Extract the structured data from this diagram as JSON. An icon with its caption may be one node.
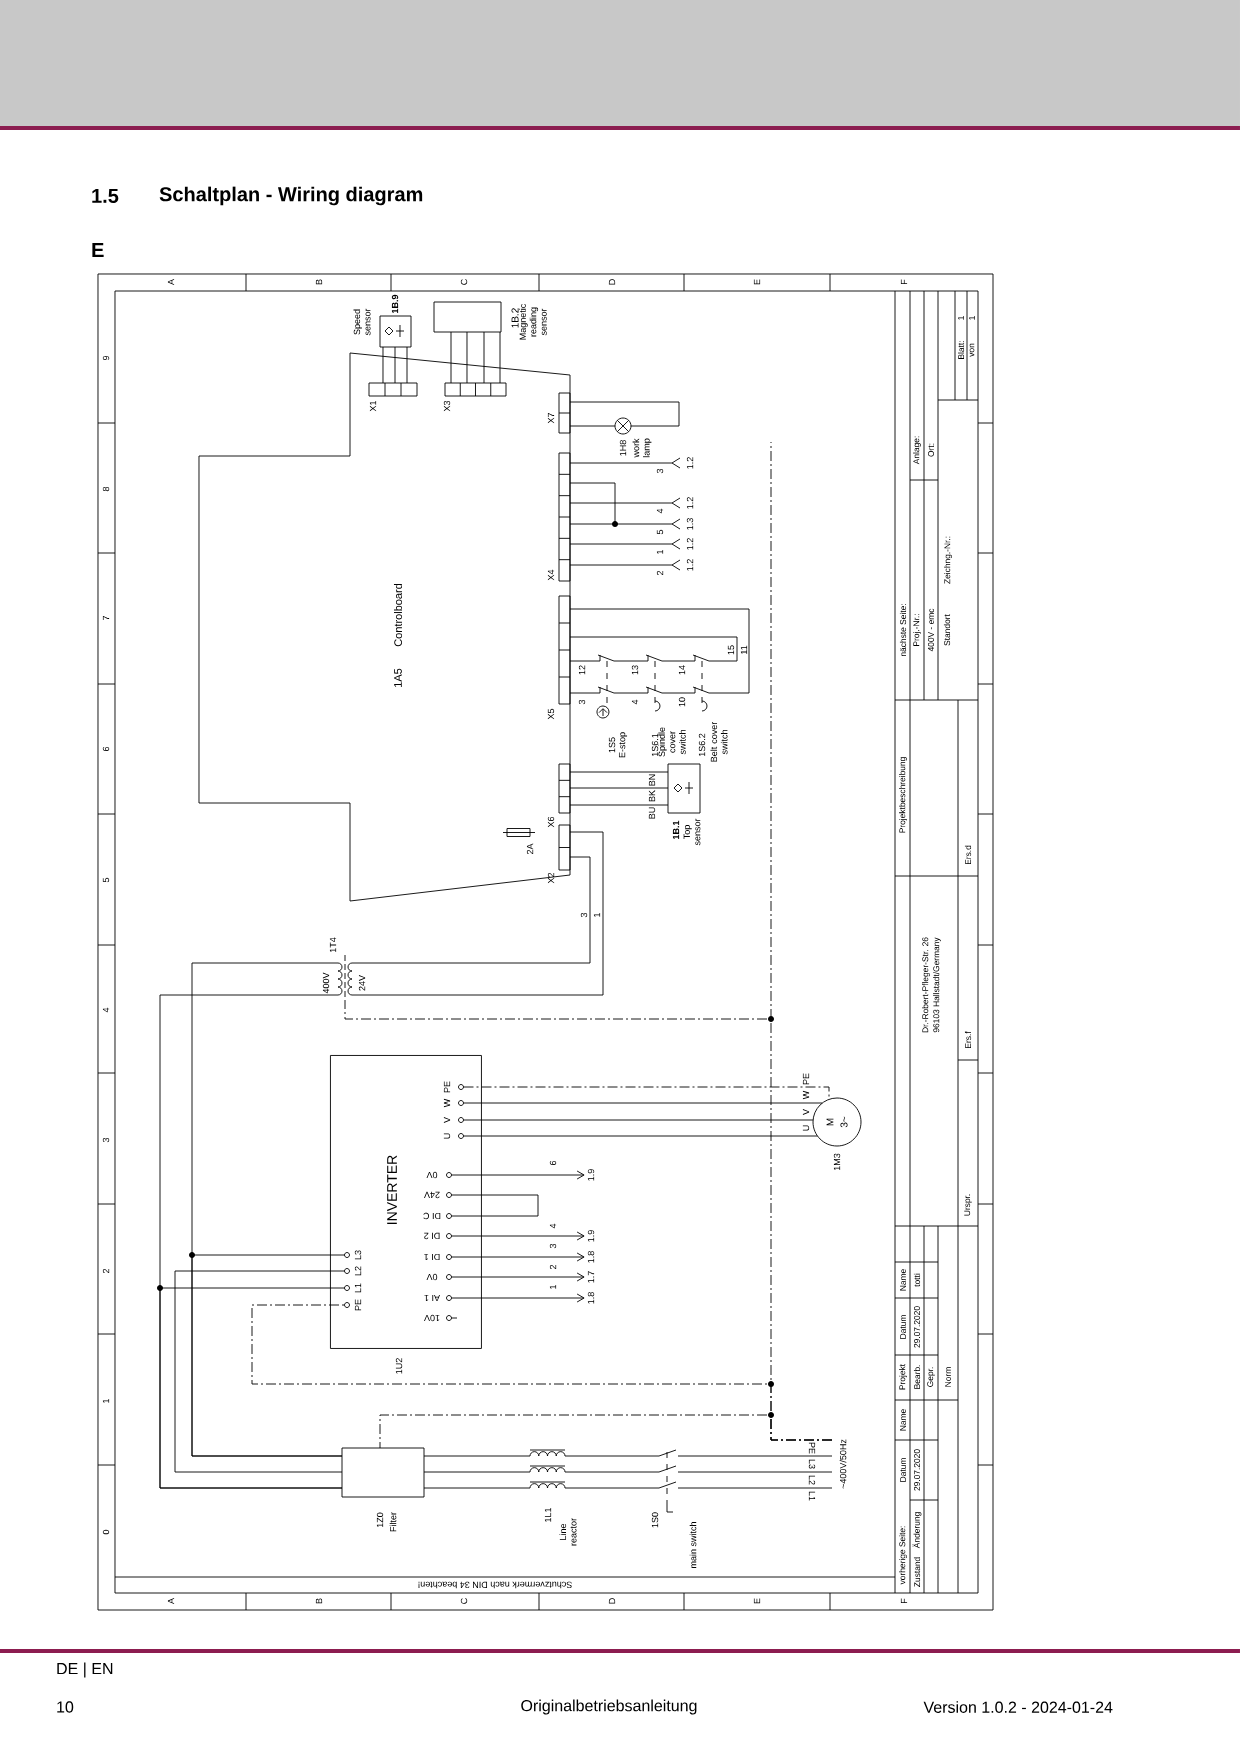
{
  "diagram": {
    "title": "Schaltplan - Wiring diagram",
    "nodes": [
      {
        "text": [
          "1A5",
          "Controlboard"
        ]
      },
      {
        "text": [
          "1B.9",
          "Speed sensor"
        ]
      },
      {
        "text": [
          "1B.2",
          "Magnetic reading sensor"
        ]
      },
      {
        "text": [
          "1H8",
          "work lamp"
        ]
      },
      {
        "text": [
          "1S5",
          "E-stop"
        ]
      },
      {
        "text": [
          "1S6.1",
          "Spindle cover switch"
        ]
      },
      {
        "text": [
          "1S6.2",
          "Belt cover switch"
        ]
      },
      {
        "text": [
          "1B.1",
          "Top sensor"
        ]
      },
      {
        "text": [
          "2A"
        ],
        "in": 0
      },
      {
        "text": [
          "1T4",
          "400V",
          "24V"
        ]
      },
      {
        "text": [
          "INVERTER"
        ],
        "beside": [
          "1U2"
        ]
      },
      {
        "text": [
          "M",
          "3~"
        ],
        "beside": [
          "1M3"
        ]
      },
      {
        "text": [
          "1Z0",
          "Filter"
        ]
      },
      {
        "text": [
          "1L1",
          "Line reactor"
        ]
      },
      {
        "text": [
          "1S0",
          "main switch"
        ]
      },
      {
        "text": [
          "~400V/50Hz"
        ]
      },
      {
        "text": [
          "1.9"
        ]
      },
      {
        "text": [
          "1.9"
        ]
      },
      {
        "text": [
          "1.8"
        ]
      },
      {
        "text": [
          "1.7"
        ]
      },
      {
        "text": [
          "1.8"
        ]
      },
      {
        "text": [
          "1.2"
        ]
      },
      {
        "text": [
          "1.2"
        ]
      },
      {
        "text": [
          "1.3"
        ]
      },
      {
        "text": [
          "1.2"
        ]
      },
      {
        "text": [
          "1.2"
        ]
      }
    ],
    "edges": [
      {
        "from": 1,
        "to": 0,
        "arrow": "none"
      },
      {
        "from": 1,
        "to": 0,
        "arrow": "none"
      },
      {
        "from": 1,
        "to": 0,
        "arrow": "none"
      },
      {
        "from": 2,
        "to": 0,
        "arrow": "none"
      },
      {
        "from": 2,
        "to": 0,
        "arrow": "none"
      },
      {
        "from": 2,
        "to": 0,
        "arrow": "none"
      },
      {
        "from": 2,
        "to": 0,
        "arrow": "none"
      },
      {
        "from": 3,
        "to": 0,
        "arrow": "none"
      },
      {
        "from": 3,
        "to": 0,
        "arrow": "none"
      },
      {
        "from": 0,
        "to": 4,
        "arrow": "none"
      },
      {
        "from": 0,
        "to": 4,
        "arrow": "none"
      },
      {
        "from": 4,
        "to": 5,
        "arrow": "none"
      },
      {
        "from": 4,
        "to": 5,
        "arrow": "none"
      },
      {
        "from": 5,
        "to": 6,
        "arrow": "none"
      },
      {
        "from": 5,
        "to": 6,
        "arrow": "none"
      },
      {
        "from": 6,
        "to": 0,
        "arrow": "none"
      },
      {
        "from": 6,
        "to": 0,
        "arrow": "none"
      },
      {
        "from": 7,
        "to": 0,
        "arrow": "none"
      },
      {
        "from": 7,
        "to": 0,
        "arrow": "none"
      },
      {
        "from": 7,
        "to": 0,
        "arrow": "none"
      },
      {
        "from": 0,
        "to": 9,
        "arrow": "none"
      },
      {
        "from": 0,
        "to": 9,
        "arrow": "none"
      },
      {
        "from": 12,
        "to": 9,
        "arrow": "none"
      },
      {
        "from": 12,
        "to": 9,
        "arrow": "none"
      },
      {
        "from": 12,
        "to": 10,
        "arrow": "none"
      },
      {
        "from": 12,
        "to": 10,
        "arrow": "none"
      },
      {
        "from": 12,
        "to": 10,
        "arrow": "none"
      },
      {
        "from": 10,
        "to": 11,
        "arrow": "none"
      },
      {
        "from": 10,
        "to": 11,
        "arrow": "none"
      },
      {
        "from": 10,
        "to": 11,
        "arrow": "none"
      },
      {
        "from": 10,
        "to": 11,
        "arrow": "none",
        "style": "dashed"
      },
      {
        "from": 13,
        "to": 12,
        "arrow": "none"
      },
      {
        "from": 13,
        "to": 12,
        "arrow": "none"
      },
      {
        "from": 13,
        "to": 12,
        "arrow": "none"
      },
      {
        "from": 14,
        "to": 13,
        "arrow": "none"
      },
      {
        "from": 14,
        "to": 13,
        "arrow": "none"
      },
      {
        "from": 14,
        "to": 13,
        "arrow": "none"
      },
      {
        "from": 15,
        "to": 14,
        "arrow": "none"
      },
      {
        "from": 15,
        "to": 14,
        "arrow": "none"
      },
      {
        "from": 15,
        "to": 14,
        "arrow": "none"
      },
      {
        "from": 15,
        "to": 12,
        "arrow": "none",
        "style": "dashed"
      },
      {
        "from": 15,
        "to": 10,
        "arrow": "none",
        "style": "dashed"
      },
      {
        "from": 15,
        "to": 9,
        "arrow": "none",
        "style": "dashed"
      },
      {
        "from": 10,
        "to": 16,
        "arrow": "to"
      },
      {
        "from": 10,
        "to": 17,
        "arrow": "to"
      },
      {
        "from": 10,
        "to": 18,
        "arrow": "to"
      },
      {
        "from": 10,
        "to": 19,
        "arrow": "to"
      },
      {
        "from": 10,
        "to": 20,
        "arrow": "to"
      },
      {
        "from": 0,
        "to": 21,
        "arrow": "other"
      },
      {
        "from": 0,
        "to": 22,
        "arrow": "other"
      },
      {
        "from": 0,
        "to": 23,
        "arrow": "other"
      },
      {
        "from": 0,
        "to": 24,
        "arrow": "other"
      },
      {
        "from": 0,
        "to": 25,
        "arrow": "other"
      }
    ],
    "labels": [
      "1.5",
      "E",
      "A",
      "B",
      "C",
      "D",
      "E",
      "F",
      "A",
      "B",
      "C",
      "D",
      "E",
      "F",
      "9",
      "8",
      "7",
      "6",
      "5",
      "4",
      "3",
      "2",
      "1",
      "0",
      "X1",
      "X3",
      "X7",
      "X4",
      "X5",
      "X6",
      "X2",
      "3",
      "4",
      "5",
      "1",
      "2",
      "12",
      "13",
      "14",
      "15",
      "11",
      "3",
      "4",
      "10",
      "BN",
      "BK",
      "BU",
      "3",
      "1",
      "PE",
      "W",
      "V",
      "U",
      "0V",
      "24V",
      "DI C",
      "DI 2",
      "DI 1",
      "0V",
      "AI 1",
      "10V",
      "PE",
      "L1",
      "L2",
      "L3",
      "6",
      "4",
      "3",
      "2",
      "1",
      "U",
      "V",
      "W",
      "PE",
      "PE",
      "L3",
      "L2",
      "L1",
      "Schutzvermerk nach DIN 34 beachten!",
      "vorherige Seite:",
      "Zustand",
      "Änderung",
      "Datum",
      "Name",
      "29.07.2020",
      "Projekt",
      "Bearb.",
      "Gepr.",
      "Norm",
      "Datum",
      "29.07.2020",
      "Name",
      "totti",
      "Urspr.",
      "Dr.-Robert-Pfleger-Str. 26",
      "96103 Hallstadt/Germany",
      "Ers.f",
      "Ers.d",
      "Projektbeschreibung",
      "nächste Seite:",
      "Proj.-Nr.:",
      "400V - emc",
      "Standort",
      "Anlage:",
      "Ort:",
      "Zeichng.-Nr.:",
      "Blatt:",
      "1",
      "von",
      "1",
      "DE | EN",
      "10",
      "Originalbetriebsanleitung",
      "Version 1.0.2 - 2024-01-24"
    ]
  }
}
